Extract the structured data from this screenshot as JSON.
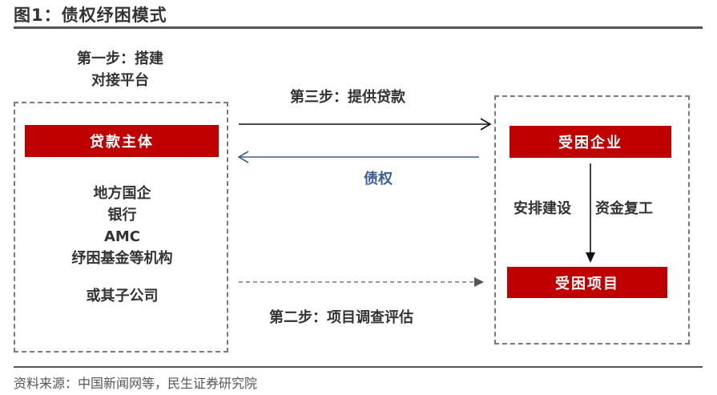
{
  "title": "图1：债权纾困模式",
  "step1": {
    "line1": "第一步：搭建",
    "line2": "对接平台"
  },
  "left_box": {
    "header": "贷款主体",
    "entities": [
      "地方国企",
      "银行",
      "AMC",
      "纾困基金等机构"
    ],
    "subsidiary": "或其子公司"
  },
  "right_box": {
    "top_header": "受困企业",
    "bottom_header": "受困项目",
    "action_left": "安排建设",
    "action_right": "资金复工"
  },
  "arrows": {
    "step3_label": "第三步：提供贷款",
    "debt_label": "债权",
    "step2_label": "第二步：项目调查评估"
  },
  "colors": {
    "accent_red": "#c00000",
    "debt_blue": "#3b5f96",
    "rule": "#555555"
  },
  "source": "资料来源：中国新闻网等，民生证券研究院"
}
